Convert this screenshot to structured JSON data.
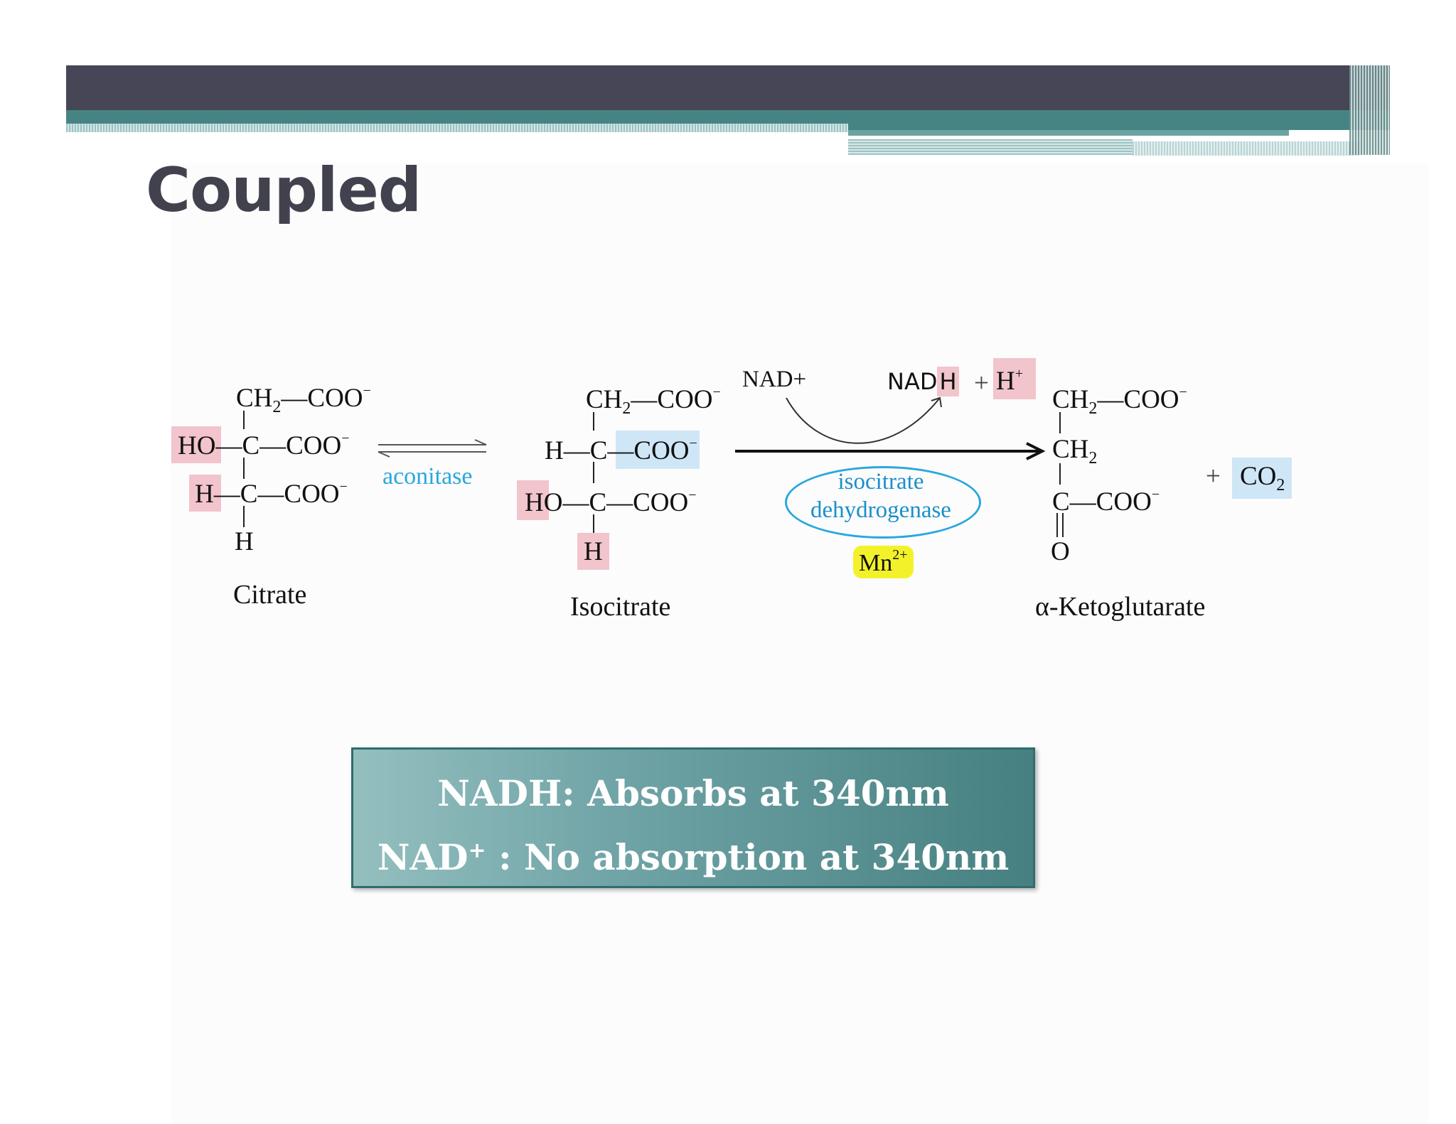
{
  "slide": {
    "title": "Coupled"
  },
  "reaction": {
    "citrate": {
      "row1": "CH",
      "row1_sub": "2",
      "row1_tail": "—COO",
      "row2_ho": "HO",
      "row2_tail": "—C—COO",
      "row3_h": "H",
      "row3_tail": "—C—COO",
      "row4": "H",
      "name": "Citrate"
    },
    "aconitase": "aconitase",
    "isocitrate": {
      "row1": "CH",
      "row1_sub": "2",
      "row1_tail": "—COO",
      "row2_head": "H—C—",
      "row2_coo": "COO",
      "row3_ho": "HO",
      "row3_tail": "—C—COO",
      "row4": "H",
      "name": "Isocitrate"
    },
    "cofactor_in": "NAD+",
    "cofactor_out_nad": "NAD",
    "cofactor_out_h": "H",
    "plus": "+",
    "proton": "H",
    "enzyme_line1": "isocitrate",
    "enzyme_line2": "dehydrogenase",
    "metal": "Mn",
    "metal_charge": "2+",
    "ketoglutarate": {
      "row1": "CH",
      "row1_sub": "2",
      "row1_tail": "—COO",
      "row2": "CH",
      "row2_sub": "2",
      "row3": "C—COO",
      "row4": "O",
      "name": "α-Ketoglutarate"
    },
    "co2": "CO",
    "co2_sub": "2",
    "minus": "−",
    "superscript_plus": "+"
  },
  "absorbance_box": {
    "line1": "NADH:  Absorbs at 340nm",
    "line2_prefix": "NAD",
    "line2_sup": "+",
    "line2_rest": " : No absorption at 340nm"
  },
  "colors": {
    "header_dark": "#464656",
    "header_teal": "#468484",
    "highlight_pink": "#f2c4cb",
    "highlight_blue": "#cfe6f7",
    "enzyme_blue": "#2aa7dc",
    "metal_yellow": "#f3f22a"
  }
}
